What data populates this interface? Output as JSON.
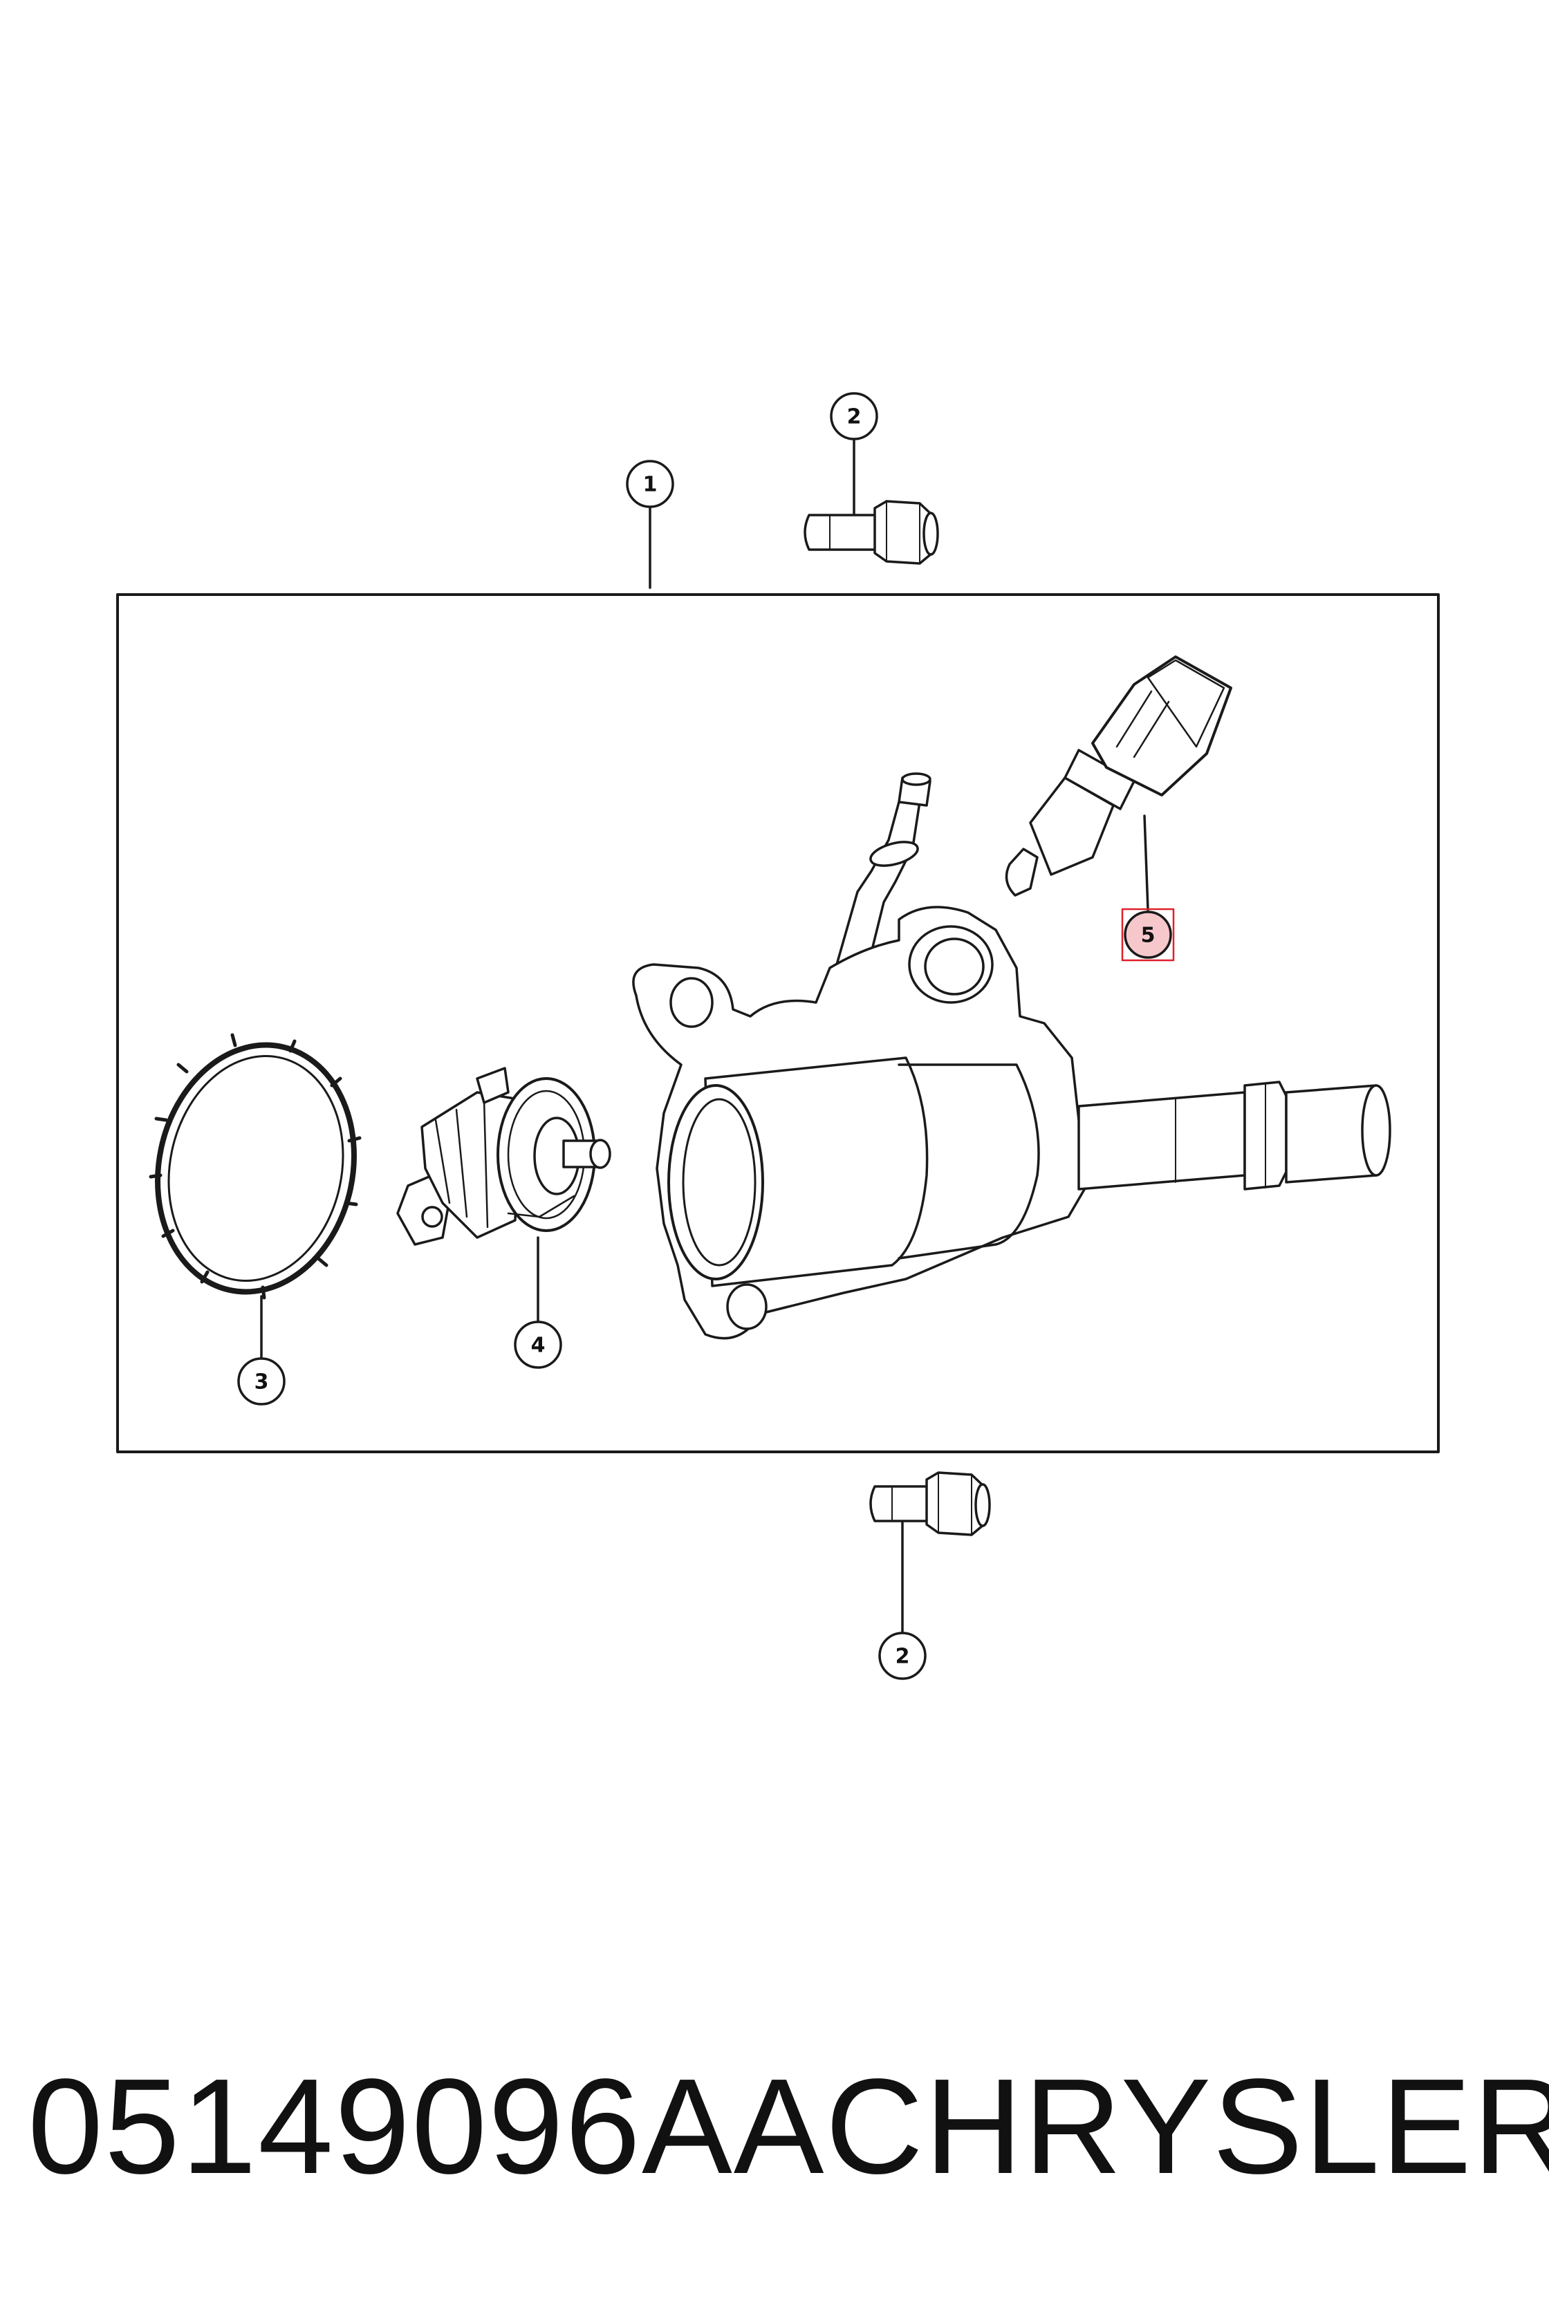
{
  "callouts": {
    "c1": "1",
    "c2_top": "2",
    "c2_bottom": "2",
    "c3": "3",
    "c4": "4",
    "c5": "5"
  },
  "caption": {
    "part_number": "05149096AA",
    "brand": "CHRYSLER"
  },
  "colors": {
    "line": "#1a1a1a",
    "highlight": "#e0202a",
    "highlight_fill": "#f6c8cc"
  }
}
